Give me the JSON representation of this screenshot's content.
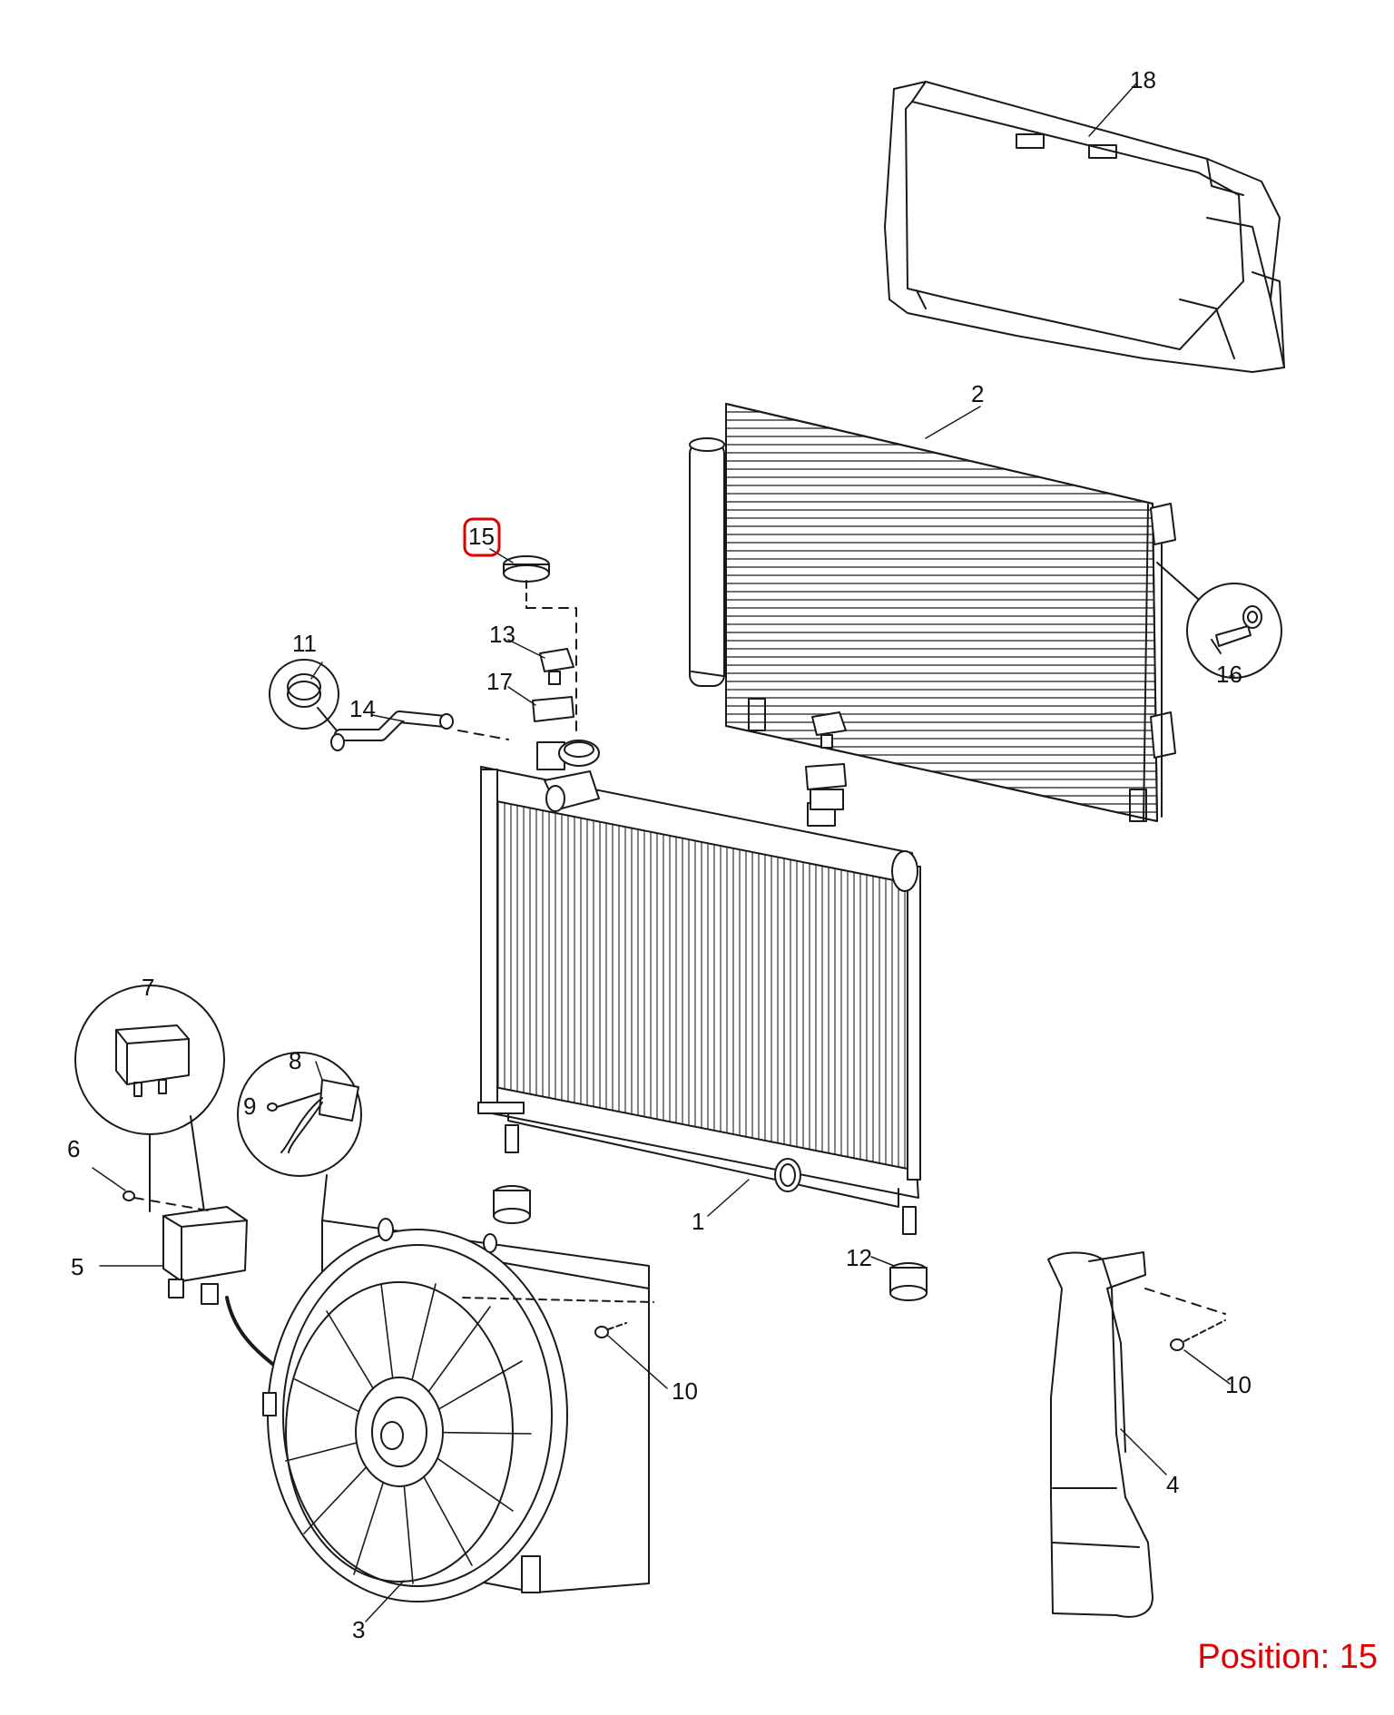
{
  "diagram": {
    "callouts": [
      {
        "id": "1",
        "label": "1"
      },
      {
        "id": "2",
        "label": "2"
      },
      {
        "id": "3",
        "label": "3"
      },
      {
        "id": "4",
        "label": "4"
      },
      {
        "id": "5",
        "label": "5"
      },
      {
        "id": "6",
        "label": "6"
      },
      {
        "id": "7",
        "label": "7"
      },
      {
        "id": "8",
        "label": "8"
      },
      {
        "id": "9",
        "label": "9"
      },
      {
        "id": "10a",
        "label": "10"
      },
      {
        "id": "10b",
        "label": "10"
      },
      {
        "id": "11",
        "label": "11"
      },
      {
        "id": "12",
        "label": "12"
      },
      {
        "id": "13",
        "label": "13"
      },
      {
        "id": "14",
        "label": "14"
      },
      {
        "id": "15",
        "label": "15"
      },
      {
        "id": "16",
        "label": "16"
      },
      {
        "id": "17",
        "label": "17"
      },
      {
        "id": "18",
        "label": "18"
      }
    ],
    "highlight": {
      "callout": "15",
      "color": "#e00000"
    },
    "position_text": "Position: 15"
  }
}
